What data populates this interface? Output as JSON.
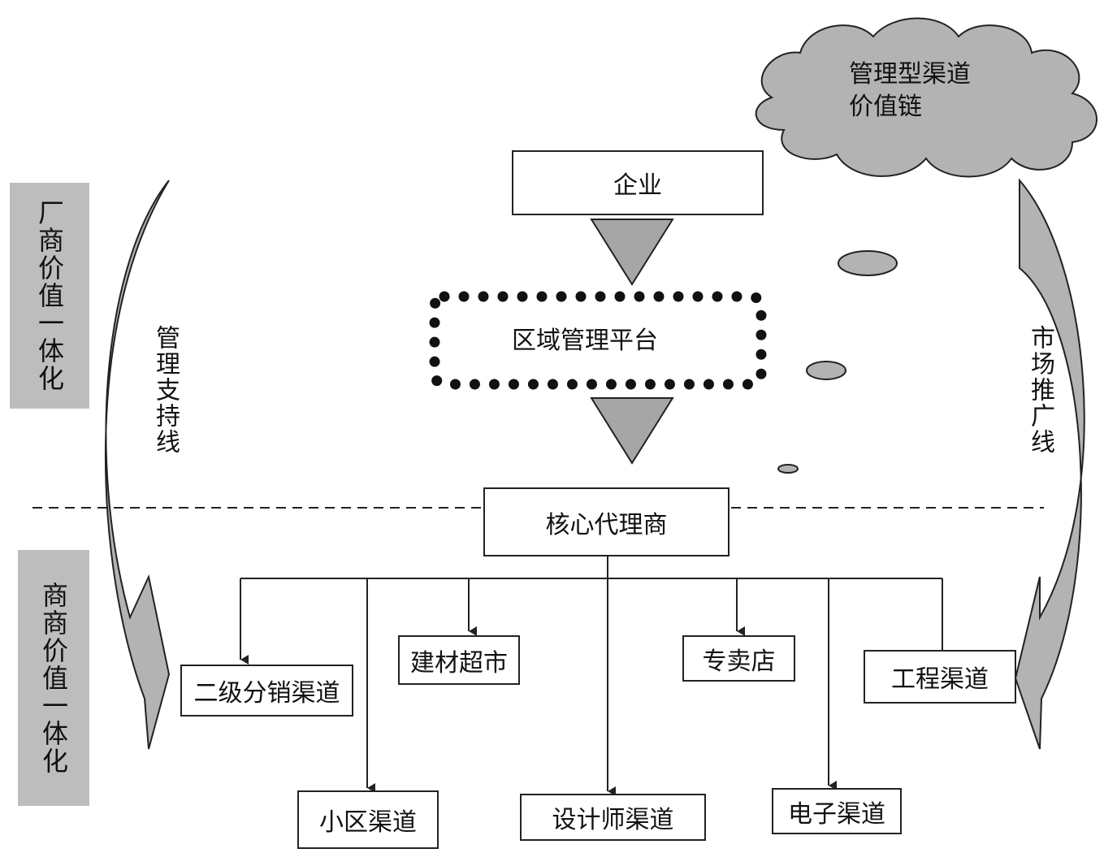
{
  "diagram": {
    "cloud_label": [
      "管理型渠道",
      "价值链"
    ],
    "top_box": "企业",
    "platform": "区域管理平台",
    "core_agent": "核心代理商",
    "left_sidebar_top": "厂商价值一体化",
    "left_sidebar_bottom": "商商价值一体化",
    "left_arrow_label": "管理支持线",
    "right_arrow_label": "市场推广线",
    "channels": {
      "secondary": "二级分销渠道",
      "building_market": "建材超市",
      "specialty_store": "专卖店",
      "engineering": "工程渠道",
      "community": "小区渠道",
      "designer": "设计师渠道",
      "electronic": "电子渠道"
    },
    "colors": {
      "gray_fill": "#b3b3b3",
      "sidebar_fill": "#bdbdbd",
      "line": "#222222"
    }
  }
}
